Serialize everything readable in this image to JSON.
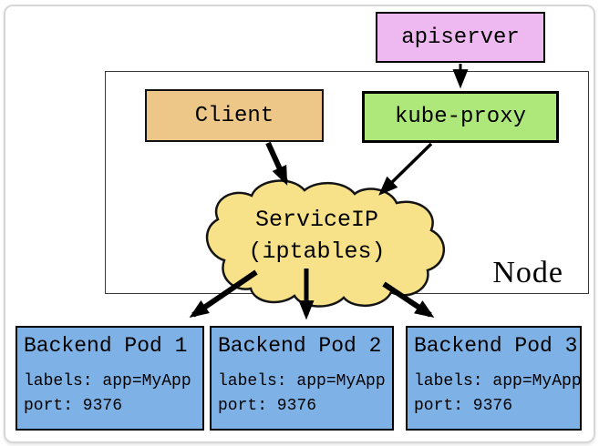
{
  "diagram": {
    "title_hint": "Kubernetes Service routing diagram",
    "apiserver": {
      "label": "apiserver",
      "fill": "#EDB9F0"
    },
    "client": {
      "label": "Client",
      "fill": "#EDC788"
    },
    "kube_proxy": {
      "label": "kube-proxy",
      "fill": "#AEE77A"
    },
    "service_cloud": {
      "line1": "ServiceIP",
      "line2": "(iptables)",
      "fill": "#F8E289"
    },
    "node_container": {
      "label": "Node"
    },
    "pods": [
      {
        "title": "Backend Pod 1",
        "labels_line": "labels: app=MyApp",
        "port_line": "port: 9376"
      },
      {
        "title": "Backend Pod 2",
        "labels_line": "labels: app=MyApp",
        "port_line": "port: 9376"
      },
      {
        "title": "Backend Pod 3",
        "labels_line": "labels: app=MyApp",
        "port_line": "port: 9376"
      }
    ],
    "pod_fill": "#7EB2E6",
    "edges": [
      "apiserver -> kube-proxy",
      "Client -> ServiceIP",
      "kube-proxy -> ServiceIP",
      "ServiceIP -> Backend Pod 1",
      "ServiceIP -> Backend Pod 2",
      "ServiceIP -> Backend Pod 3"
    ],
    "palette": {
      "arrow": "#000000",
      "node_border": "#3a3a3a",
      "frame_border": "#d6d6d6",
      "text": "#000000"
    }
  }
}
